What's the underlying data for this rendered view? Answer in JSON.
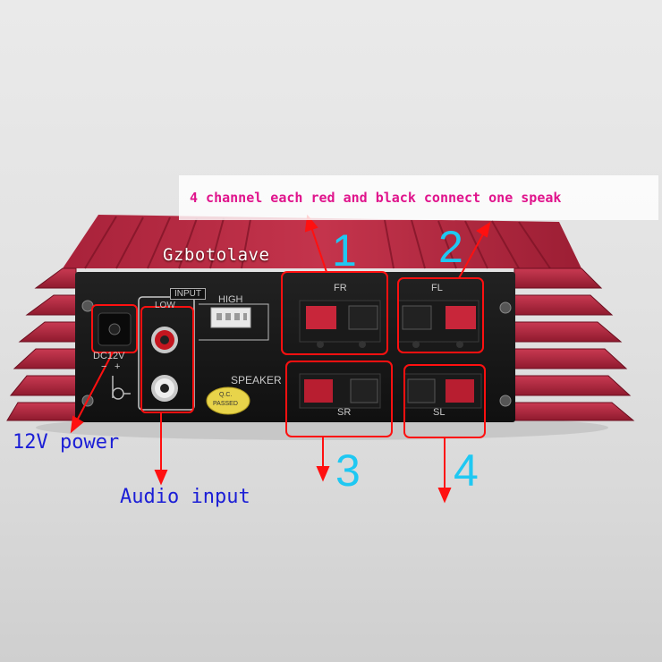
{
  "banner": {
    "text": "4 channel each red and black connect one speak"
  },
  "brand": {
    "text": "Gzbotolave"
  },
  "panel": {
    "input": "INPUT",
    "low": "LOW",
    "high": "HIGH",
    "speaker": "SPEAKER",
    "dc": "DC12V",
    "minus": "−",
    "plus": "+",
    "qc_1": "Q.C.",
    "qc_2": "PASSED",
    "fr": "FR",
    "fl": "FL",
    "sr": "SR",
    "sl": "SL"
  },
  "channels": [
    "1",
    "2",
    "3",
    "4"
  ],
  "annotations": {
    "power": "12V power",
    "audio": "Audio input"
  },
  "colors": {
    "annotation_red": "#ff1010",
    "channel_number": "#1fc8f2",
    "label_blue": "#1b1ed6",
    "banner_text": "#e0148c",
    "heatsink": "#b0203a"
  }
}
